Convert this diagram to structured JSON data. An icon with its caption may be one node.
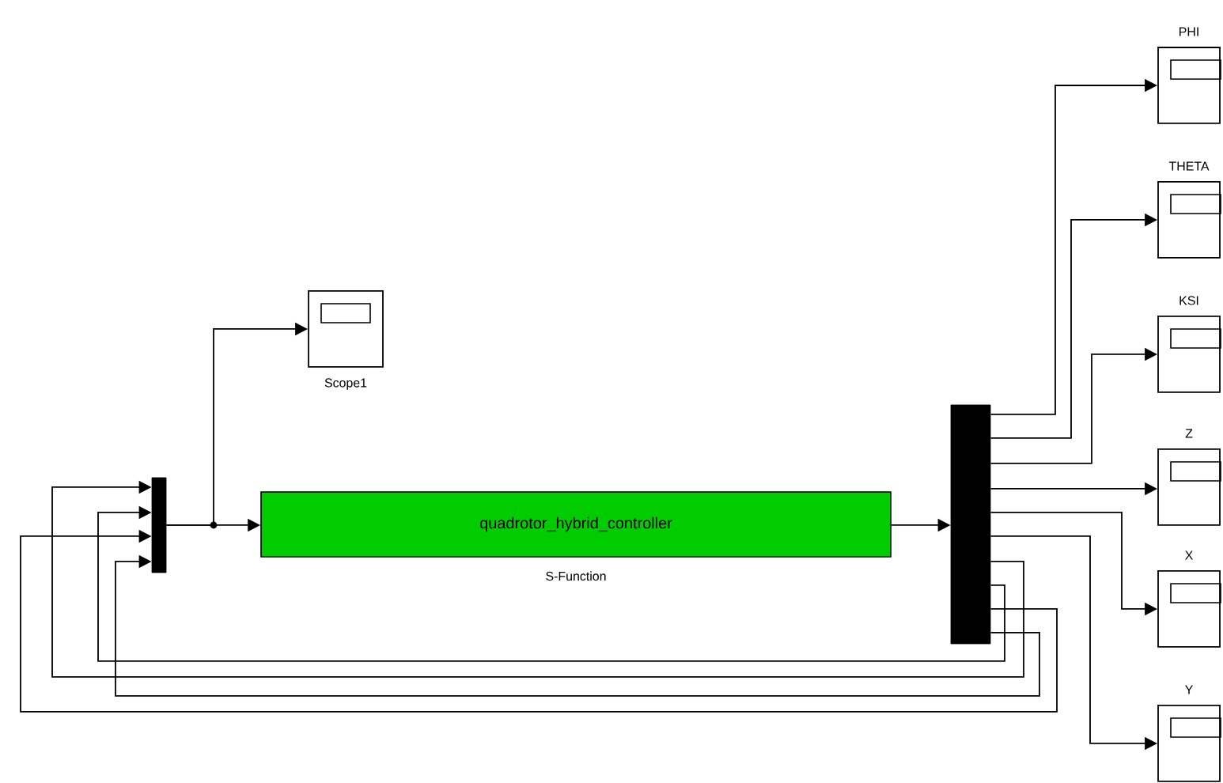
{
  "diagram": {
    "nodes": [
      {
        "text": [],
        "shape": "bar"
      },
      {
        "text": [
          "Scope1"
        ]
      },
      {
        "text": [
          "quadrotor_hybrid_controller",
          "S-Function"
        ]
      },
      {
        "text": [],
        "shape": "bar"
      },
      {
        "text": [
          "PHI"
        ]
      },
      {
        "text": [
          "THETA"
        ]
      },
      {
        "text": [
          "KSI"
        ]
      },
      {
        "text": [
          "Z"
        ]
      },
      {
        "text": [
          "X"
        ]
      },
      {
        "text": [
          "Y"
        ]
      }
    ],
    "edges": [
      {
        "from": 0,
        "to": 2,
        "arrow": "to"
      },
      {
        "from": 0,
        "to": 1,
        "arrow": "to"
      },
      {
        "from": 2,
        "to": 3,
        "arrow": "to"
      },
      {
        "from": 3,
        "to": 4,
        "arrow": "to"
      },
      {
        "from": 3,
        "to": 5,
        "arrow": "to"
      },
      {
        "from": 3,
        "to": 6,
        "arrow": "to"
      },
      {
        "from": 3,
        "to": 7,
        "arrow": "to"
      },
      {
        "from": 3,
        "to": 8,
        "arrow": "to"
      },
      {
        "from": 3,
        "to": 9,
        "arrow": "to"
      },
      {
        "from": 3,
        "to": 0,
        "arrow": "to"
      },
      {
        "from": 3,
        "to": 0,
        "arrow": "to"
      },
      {
        "from": 3,
        "to": 0,
        "arrow": "to"
      },
      {
        "from": 3,
        "to": 0,
        "arrow": "to"
      }
    ]
  }
}
